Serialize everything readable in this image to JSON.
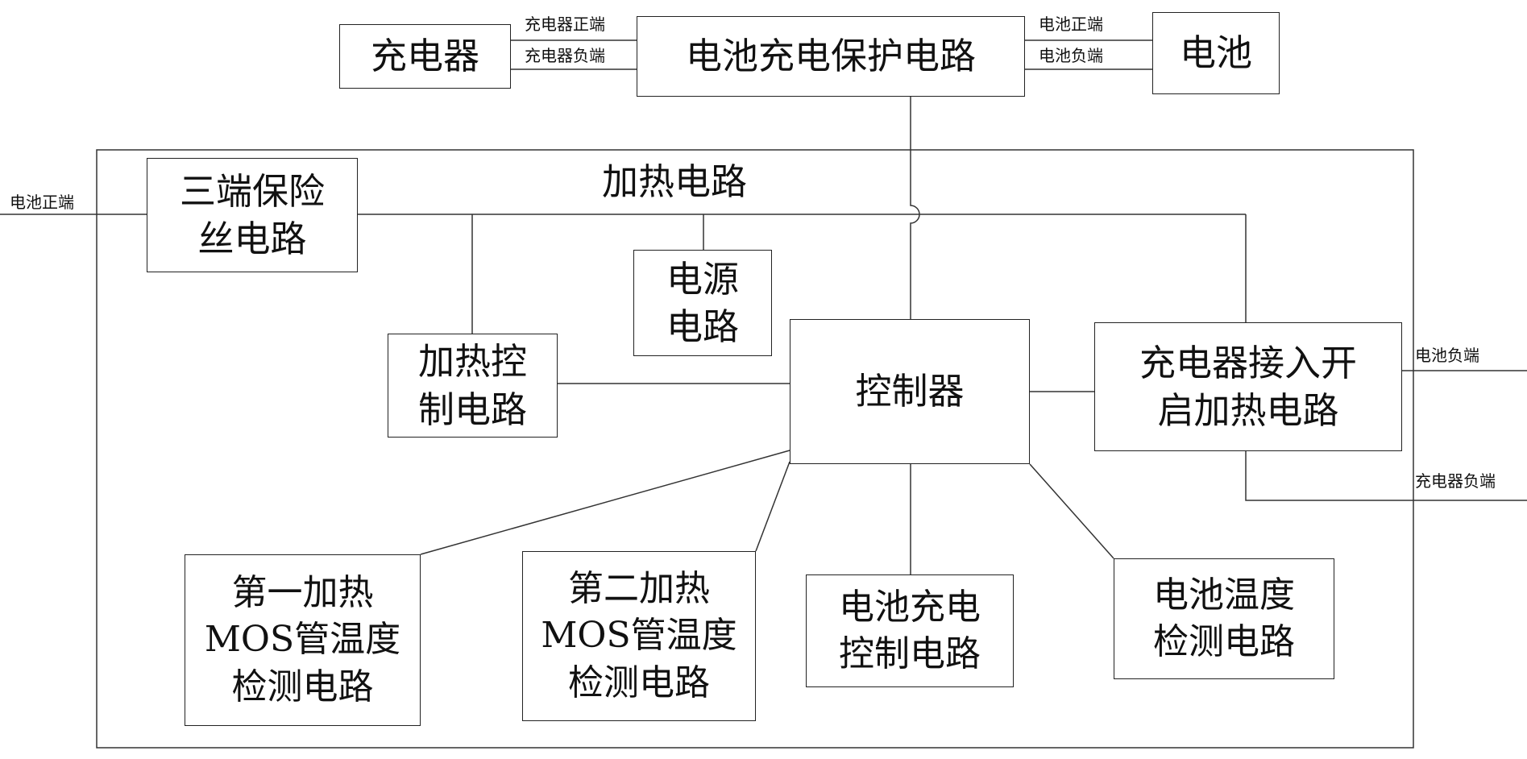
{
  "top": {
    "charger": "充电器",
    "protect": "电池充电保护电路",
    "battery": "电池",
    "charger_pos": "充电器正端",
    "charger_neg": "充电器负端",
    "battery_pos": "电池正端",
    "battery_neg": "电池负端"
  },
  "heating": {
    "title": "加热电路",
    "fuse": "三端保险\n丝电路",
    "power": "电源\n电路",
    "heat_ctrl": "加热控\n制电路",
    "controller": "控制器",
    "charger_open": "充电器接入开\n启加热电路",
    "mos1": "第一加热\nMOS管温度\n检测电路",
    "mos2": "第二加热\nMOS管温度\n检测电路",
    "charge_ctrl": "电池充电\n控制电路",
    "bat_temp": "电池温度\n检测电路"
  },
  "external": {
    "left_pos": "电池正端",
    "right_neg": "电池负端",
    "right_charger_neg": "充电器负端"
  }
}
